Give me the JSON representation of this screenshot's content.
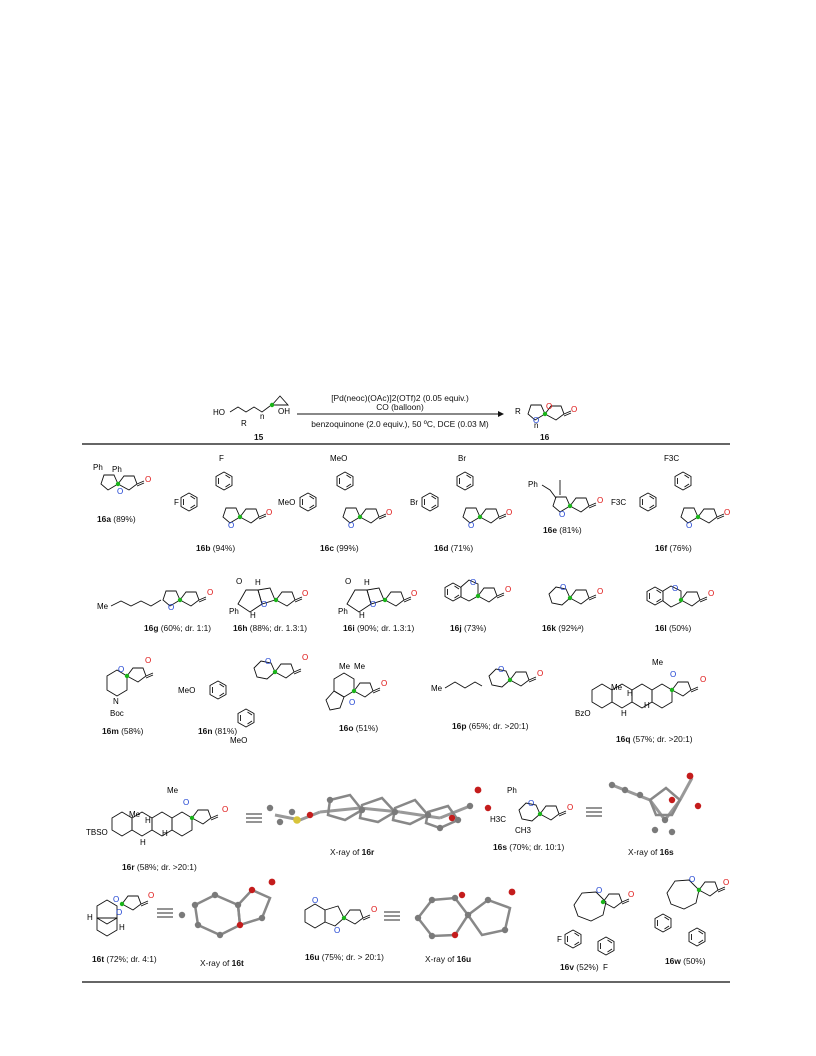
{
  "scheme": {
    "reactant_label": "15",
    "product_label": "16",
    "reactant_atoms": {
      "ho": "HO",
      "r": "R",
      "n": "n",
      "oh": "OH"
    },
    "product_atoms": {
      "r": "R",
      "o": "O",
      "n": "n"
    },
    "cond_top": "[Pd(neoc)(OAc)]2(OTf)2 (0.05 equiv.)",
    "cond_co": "CO (balloon)",
    "cond_bottom": "benzoquinone (2.0 equiv.), 50 ºC,  DCE (0.03 M)"
  },
  "compounds": [
    {
      "id": "16a",
      "text": " (89%)"
    },
    {
      "id": "16b",
      "text": " (94%)"
    },
    {
      "id": "16c",
      "text": " (99%)"
    },
    {
      "id": "16d",
      "text": " (71%)"
    },
    {
      "id": "16e",
      "text": " (81%)"
    },
    {
      "id": "16f",
      "text": " (76%)"
    },
    {
      "id": "16g",
      "text": " (60%; dr. 1:1)"
    },
    {
      "id": "16h",
      "text": " (88%; dr. 1.3:1)"
    },
    {
      "id": "16i",
      "text": " (90%; dr. 1.3:1)"
    },
    {
      "id": "16j",
      "text": " (73%)"
    },
    {
      "id": "16k",
      "text": " (92%ᵃ)"
    },
    {
      "id": "16l",
      "text": " (50%)"
    },
    {
      "id": "16m",
      "text": " (58%)"
    },
    {
      "id": "16n",
      "text": " (81%)"
    },
    {
      "id": "16o",
      "text": " (51%)"
    },
    {
      "id": "16p",
      "text": " (65%; dr. >20:1)"
    },
    {
      "id": "16q",
      "text": " (57%; dr. >20:1)"
    },
    {
      "id": "16r",
      "text": " (58%; dr. >20:1)"
    },
    {
      "id": "16s",
      "text": " (70%; dr. 10:1)"
    },
    {
      "id": "16t",
      "text": " (72%; dr. 4:1)"
    },
    {
      "id": "16u",
      "text": " (75%; dr. > 20:1)"
    },
    {
      "id": "16v",
      "text": " (52%)"
    },
    {
      "id": "16w",
      "text": " (50%)"
    }
  ],
  "xray": {
    "prefix": "X-ray of ",
    "items": [
      "16r",
      "16s",
      "16t",
      "16u"
    ]
  },
  "atoms": {
    "ph": "Ph",
    "f": "F",
    "meo": "MeO",
    "br": "Br",
    "f3c": "F3C",
    "me": "Me",
    "h": "H",
    "n": "N",
    "boc": "Boc",
    "bzo": "BzO",
    "tbso": "TBSO",
    "h3c": "H3C",
    "ch3": "CH3",
    "o": "O"
  },
  "colors": {
    "oxygen": "#d11111",
    "ring_oxygen": "#1a3fd1",
    "spiro": "#19b419"
  }
}
